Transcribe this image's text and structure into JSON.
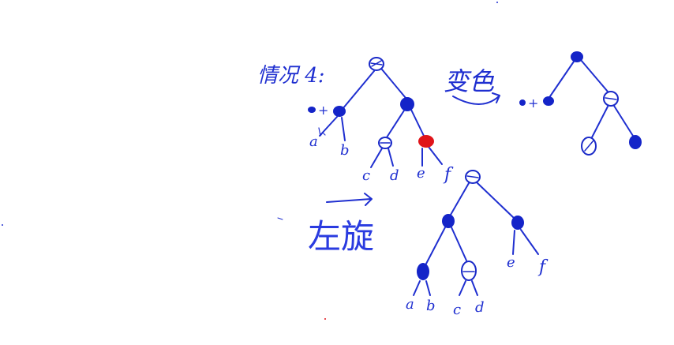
{
  "colors": {
    "ink": "#1f2fd0",
    "filled_node": "#1424c8",
    "red_node": "#e0141a",
    "ring": "#1a2ac8",
    "paper": "#ffffff"
  },
  "headings": {
    "case": "情况 4:",
    "transform": "变色",
    "rotate": "左旋"
  },
  "plus_marks": {
    "tree1": "+",
    "tree2": "+"
  },
  "tree1_labels": {
    "a": "a",
    "b": "b",
    "c": "c",
    "d": "d",
    "e": "e",
    "f": "f"
  },
  "tree3_labels": {
    "a": "a",
    "b": "b",
    "c": "c",
    "d": "d",
    "e": "e",
    "f": "f"
  }
}
